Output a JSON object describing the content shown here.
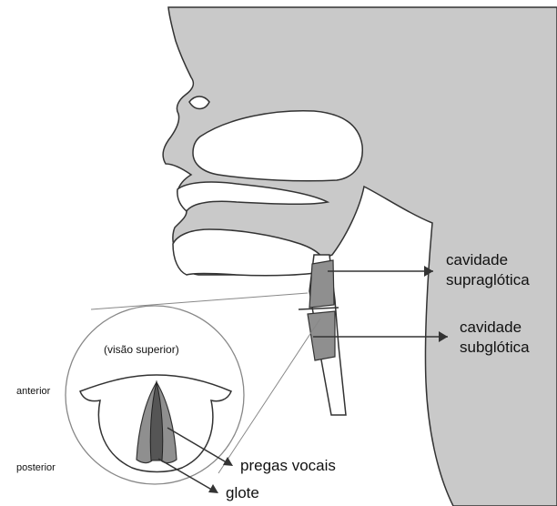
{
  "labels": {
    "supraglottic_line1": "cavidade",
    "supraglottic_line2": "supraglótica",
    "subglottic_line1": "cavidade",
    "subglottic_line2": "subglótica",
    "superior_view": "(visão superior)",
    "anterior": "anterior",
    "posterior": "posterior",
    "vocal_folds": "pregas vocais",
    "glottis": "glote"
  },
  "colors": {
    "head_fill": "#c9c9c9",
    "cavity_fill": "#ffffff",
    "highlight_fill": "#8f8f8f",
    "glottis_fill": "#555555",
    "outline": "#333333"
  }
}
